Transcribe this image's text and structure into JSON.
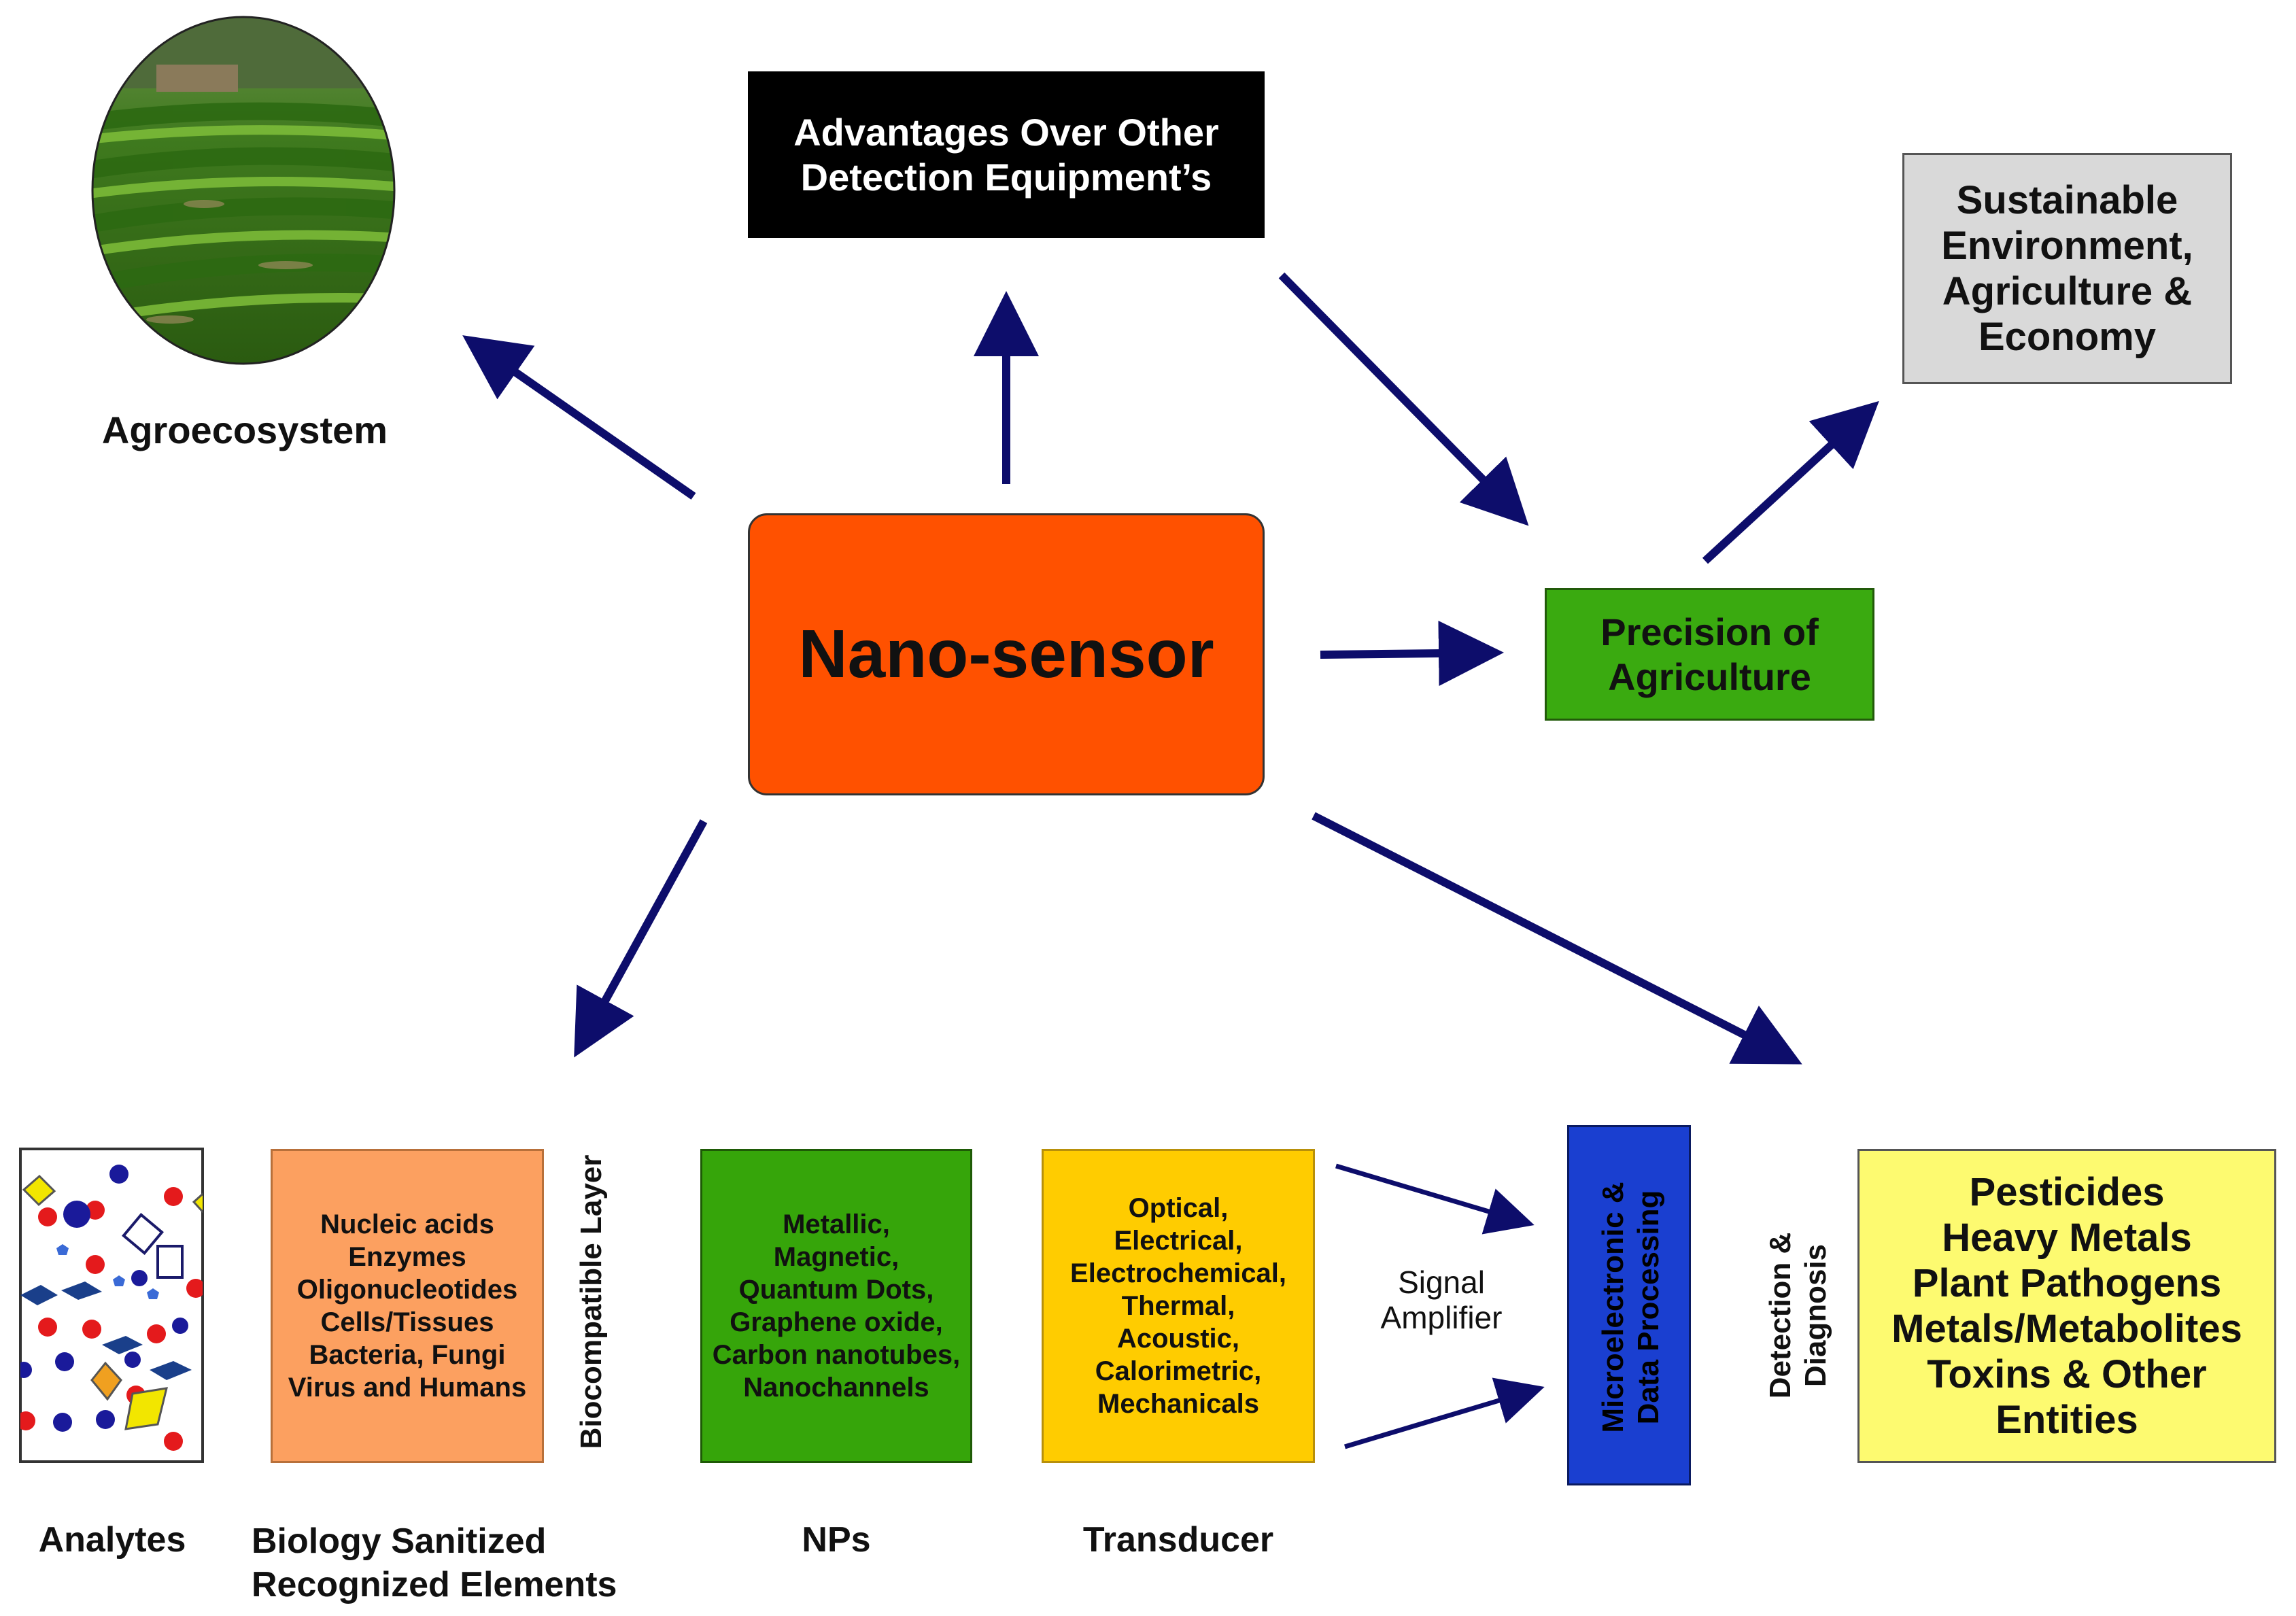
{
  "nodes": {
    "center": "Nano-sensor",
    "advantages": "Advantages Over Other\nDetection Equipment’s",
    "agroecosystem": "Agroecosystem",
    "sustainable": "Sustainable\nEnvironment,\nAgriculture &\nEconomy",
    "precision": "Precision of\nAgriculture",
    "biological_elements": "Nucleic acids\nEnzymes\nOligonucleotides\nCells/Tissues\nBacteria, Fungi\nVirus and Humans",
    "nps": "Metallic,\nMagnetic,\nQuantum Dots,\nGraphene oxide,\nCarbon nanotubes,\nNanochannels",
    "transducer": "Optical,\nElectrical,\nElectrochemical,\nThermal,\nAcoustic,\nCalorimetric,\nMechanicals",
    "microelectronic": "Microelectronic &\nData Processing",
    "targets": "Pesticides\nHeavy Metals\nPlant Pathogens\nMetals/Metabolites\nToxins & Other\nEntities"
  },
  "captions": {
    "analytes": "Analytes",
    "biology": "Biology Sanitized\nRecognized Elements",
    "biocompatible": "Biocompatible Layer",
    "nps": "NPs",
    "transducer": "Transducer",
    "signal_amplifier": "Signal\nAmplifier",
    "detection": "Detection &\nDiagnosis"
  },
  "colors": {
    "arrow": "#0d0d6b",
    "center": "#ff5100",
    "advantages": "#000000",
    "sustainable": "#d9d9d9",
    "precision": "#3aaa10",
    "biological_elements": "#fca060",
    "nps": "#36a50a",
    "transducer": "#ffcc00",
    "microelectronic": "#1a3fd0",
    "targets": "#fdfa70"
  }
}
